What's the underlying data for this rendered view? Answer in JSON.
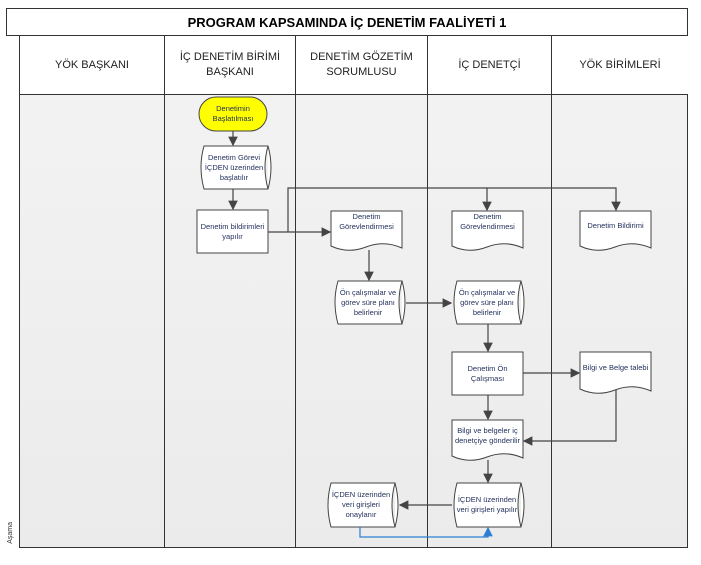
{
  "title": "PROGRAM KAPSAMINDA İÇ DENETİM FAALİYETİ 1",
  "side_label": "Aşama",
  "lanes": [
    "YÖK BAŞKANI",
    "İÇ DENETİM BİRİMİ BAŞKANI",
    "DENETİM GÖZETİM SORUMLUSU",
    "İÇ DENETÇİ",
    "YÖK BİRİMLERİ"
  ],
  "nodes": {
    "start": "Denetimin Başlatılması",
    "assign_start": "Denetim Görevi İÇDEN üzerinden başlatılır",
    "notify": "Denetim bildirimleri yapılır",
    "assign_doc_sup": "Denetim Görevlendirmesi",
    "assign_doc_aud": "Denetim Görevlendirmesi",
    "notice_doc": "Denetim Bildirimi",
    "prework_sup": "Ön çalışmalar ve görev süre planı belirlenir",
    "prework_aud": "Ön çalışmalar ve görev süre planı belirlenir",
    "pre_study": "Denetim Ön Çalışması",
    "info_request": "Bilgi ve Belge talebi",
    "info_sent": "Bilgi ve belgeler iç denetçiye gönderilir",
    "entry_aud": "İÇDEN üzerinden veri girişleri yapılır",
    "entry_approve": "İÇDEN üzerinden veri girişleri onaylanır"
  },
  "colors": {
    "start_fill": "#ffff00",
    "loop_arrow": "#2a7fd4"
  }
}
